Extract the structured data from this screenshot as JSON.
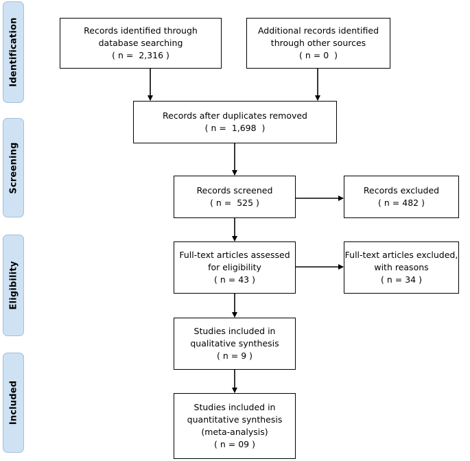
{
  "phases": {
    "identification": "Identification",
    "screening": "Screening",
    "eligibility": "Eligibility",
    "included": "Included"
  },
  "boxes": {
    "db_search": [
      "Records identified through",
      "database searching",
      "( n =  2,316 )"
    ],
    "other_sources": [
      "Additional records identified",
      "through other sources",
      "( n = 0  )"
    ],
    "after_duplicates": [
      "Records after duplicates removed",
      "( n =  1,698  )"
    ],
    "screened": [
      "Records screened",
      "( n =  525 )"
    ],
    "excluded": [
      "Records excluded",
      "( n = 482 )"
    ],
    "fulltext_assessed": [
      "Full-text articles assessed",
      "for eligibility",
      "( n = 43 )"
    ],
    "fulltext_excluded": [
      "Full-text articles excluded,",
      "with reasons",
      "( n = 34 )"
    ],
    "qualitative": [
      "Studies included in",
      "qualitative synthesis",
      "( n = 9 )"
    ],
    "quantitative": [
      "Studies included in",
      "quantitative synthesis",
      "(meta-analysis)",
      "( n = 09 )"
    ]
  },
  "colors": {
    "phase_fill": "#cfe2f3",
    "phase_border": "#9fbfdc",
    "line": "#000000"
  }
}
